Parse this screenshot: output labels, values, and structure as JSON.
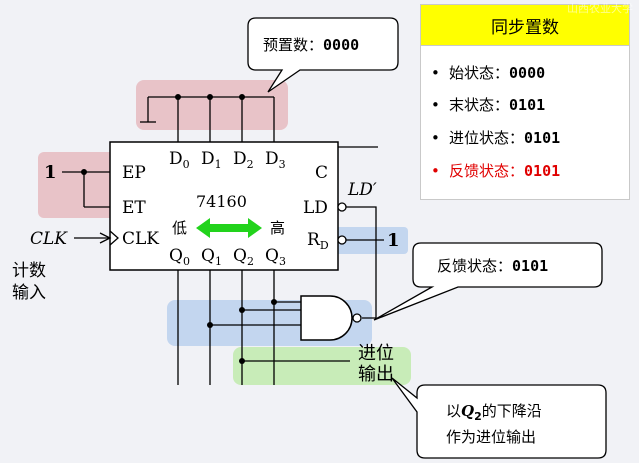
{
  "watermark": "山西农业大学",
  "chip": {
    "name": "74160",
    "inputs_left": [
      "EP",
      "ET",
      "CLK"
    ],
    "outputs_right": [
      "C",
      "LD",
      "R"
    ],
    "rd_subscript": "D",
    "data_pins": [
      "D",
      "D",
      "D",
      "D"
    ],
    "q_pins": [
      "Q",
      "Q",
      "Q",
      "Q"
    ],
    "pin_indices": [
      "0",
      "1",
      "2",
      "3"
    ],
    "low_label": "低",
    "high_label": "高"
  },
  "signals": {
    "ep_et_input": "1",
    "clk_label": "CLK",
    "rd_input": "1",
    "ld_prime": "LD′",
    "count_input": [
      "计数",
      "输入"
    ],
    "carry_output": [
      "进位",
      "输出"
    ]
  },
  "callouts": {
    "preset_label": "预置数：",
    "preset_value": "0000",
    "feedback_label": "反馈状态：",
    "feedback_value": "0101",
    "note_line1_prefix": "以",
    "note_q": "Q",
    "note_q_sub": "2",
    "note_line1_suffix": "的下降沿",
    "note_line2": "作为进位输出"
  },
  "panel": {
    "title": "同步置数",
    "items": [
      {
        "label": "始状态：",
        "value": "0000",
        "highlight": false
      },
      {
        "label": "末状态：",
        "value": "0101",
        "highlight": false
      },
      {
        "label": "进位状态：",
        "value": "0101",
        "highlight": false
      },
      {
        "label": "反馈状态：",
        "value": "0101",
        "highlight": true
      }
    ]
  },
  "colors": {
    "highlight_red": "#e00000",
    "header_yellow": "#ffff00",
    "arrow_green": "#22d31c",
    "region_pink": "#e8c3c8",
    "region_blue": "#c3d6ef",
    "region_green": "#c8ecb8"
  }
}
